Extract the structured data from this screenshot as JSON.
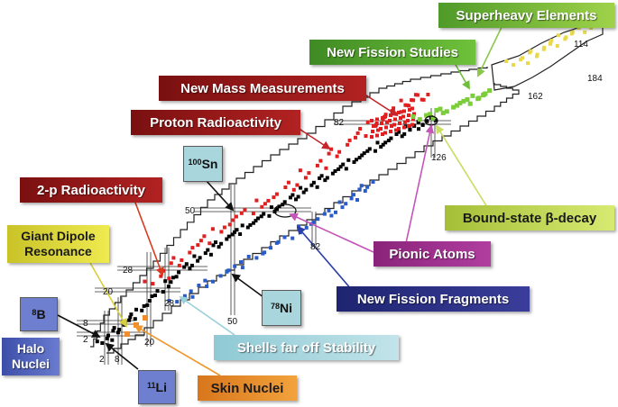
{
  "labels": {
    "superheavy": "Superheavy Elements",
    "new_fission_studies": "New Fission Studies",
    "new_mass": "New Mass Measurements",
    "proton_radio": "Proton Radioactivity",
    "two_p": "2-p Radioactivity",
    "giant_dipole_line1": "Giant Dipole",
    "giant_dipole_line2": "Resonance",
    "bound_state": "Bound-state β-decay",
    "pionic": "Pionic Atoms",
    "new_fission_fragments": "New Fission Fragments",
    "shells": "Shells far off Stability",
    "halo_line1": "Halo",
    "halo_line2": "Nuclei",
    "skin": "Skin Nuclei"
  },
  "nuclides": {
    "sn100_mass": "100",
    "sn100_sym": "Sn",
    "ni78_mass": "78",
    "ni78_sym": "Ni",
    "b8_mass": "8",
    "b8_sym": "B",
    "li11_mass": "11",
    "li11_sym": "Li"
  },
  "magic_numbers": {
    "p2": "2",
    "p8": "8",
    "p20": "20",
    "p28": "28",
    "p50": "50",
    "p82": "82",
    "p114": "114",
    "n2": "2",
    "n8": "8",
    "n20": "20",
    "n28": "28",
    "n50": "50",
    "n82": "82",
    "n126": "126",
    "n162": "162",
    "n184": "184"
  },
  "colors": {
    "stable": "#000000",
    "proton_rich_new": "#e02020",
    "neutron_rich_new": "#2a5cc8",
    "fission_studies": "#7ccd3a",
    "superheavy": "#e8d84a",
    "skin": "#f28c28",
    "outline": "#222222"
  }
}
